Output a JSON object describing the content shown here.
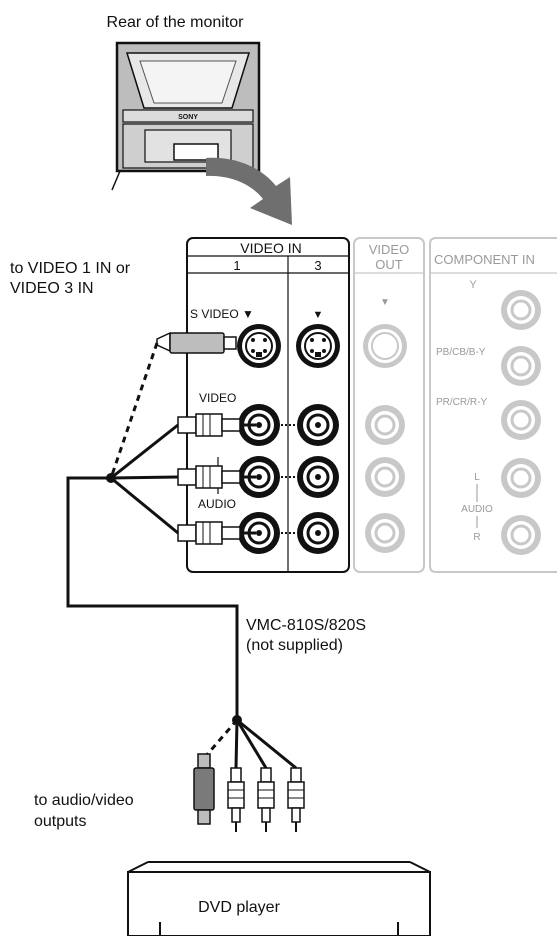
{
  "labels": {
    "rear_of_monitor": "Rear of the monitor",
    "to_video_in_line1": "to VIDEO 1 IN or",
    "to_video_in_line2": "VIDEO 3 IN",
    "cable_line1": "VMC-810S/820S",
    "cable_line2": "(not supplied)",
    "to_outputs_line1": "to audio/video",
    "to_outputs_line2": "outputs",
    "dvd_player": "DVD player",
    "monitor_brand": "SONY"
  },
  "panel": {
    "video_in": "VIDEO  IN",
    "input_1": "1",
    "input_3": "3",
    "video_out_line1": "VIDEO",
    "video_out_line2": "OUT",
    "component_in": "COMPONENT IN",
    "s_video": "S VIDEO ▼",
    "arrow_3": "▼",
    "arrow_out": "▼",
    "video": "VIDEO",
    "audio": "AUDIO",
    "y": "Y",
    "pb": "PB/CB/B-Y",
    "pr": "PR/CR/R-Y",
    "l": "L",
    "audio_comp": "AUDIO",
    "r": "R"
  },
  "colors": {
    "line": "#111111",
    "inactive_panel": "#c8c8c8",
    "inactive_text": "#9a9a9a",
    "arrow": "#6f6f6f",
    "monitor_fill": "#bdbdbd"
  }
}
